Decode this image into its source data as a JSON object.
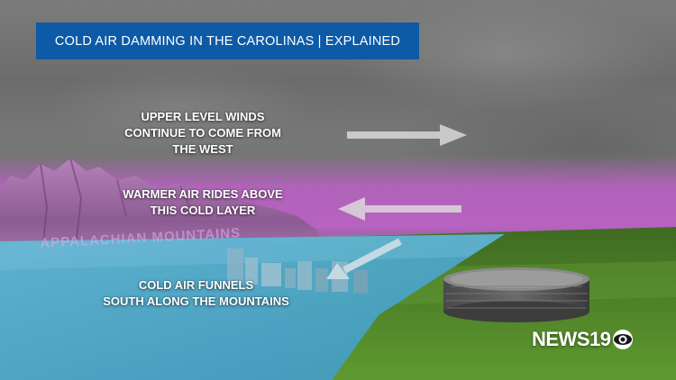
{
  "title": "COLD AIR DAMMING IN THE CAROLINAS | EXPLAINED",
  "labels": {
    "upper_winds": "UPPER LEVEL WINDS\nCONTINUE TO COME FROM\nTHE WEST",
    "warmer_air": "WARMER AIR RIDES ABOVE\nTHIS COLD LAYER",
    "cold_air": "COLD AIR FUNNELS\nSOUTH ALONG THE MOUNTAINS"
  },
  "mountain_label": "APPALACHIAN MOUNTAINS",
  "logo": {
    "text": "NEWS19",
    "icon": "cbs-eye-icon"
  },
  "colors": {
    "banner": "#0d5aa6",
    "warm_layer": "#c560d0",
    "cold_layer": "#4aa8c8",
    "ground": "#4f7a2a"
  }
}
